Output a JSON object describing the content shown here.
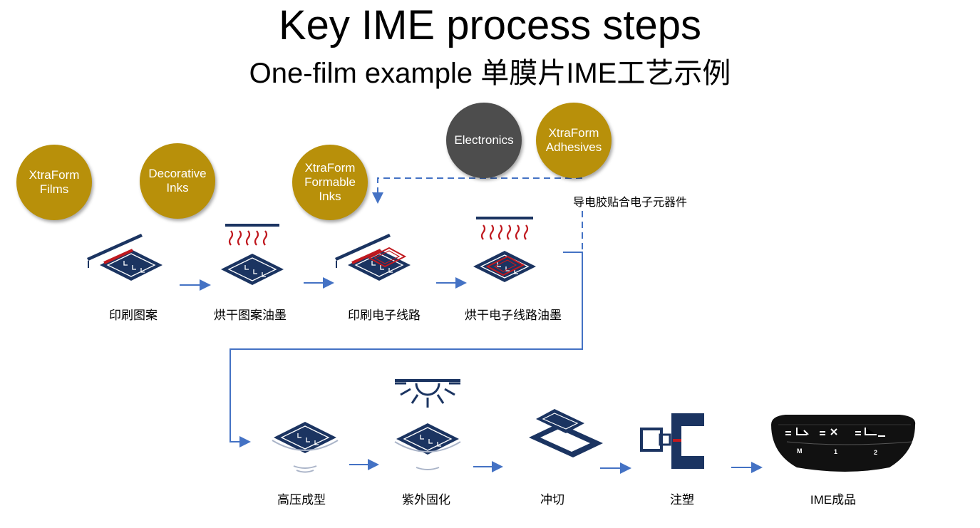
{
  "title": "Key IME process steps",
  "subtitle": "One-film example 单膜片IME工艺示例",
  "materials": {
    "films": "XtraForm\nFilms",
    "decorative_inks": "Decorative\nInks",
    "formable_inks": "XtraForm\nFormable\nInks",
    "electronics": "Electronics",
    "adhesives": "XtraForm\nAdhesives"
  },
  "note": "导电胶贴合电子元器件",
  "steps": {
    "s1": "印刷图案",
    "s2": "烘干图案油墨",
    "s3": "印刷电子线路",
    "s4": "烘干电子线路油墨",
    "s5": "高压成型",
    "s6": "紫外固化",
    "s7": "冲切",
    "s8": "注塑",
    "s9": "IME成品"
  },
  "product_labels": {
    "m": "M",
    "one": "1",
    "two": "2"
  },
  "colors": {
    "gold": "#b8900a",
    "dark_circle": "#4d4d4d",
    "navy": "#1b3461",
    "arrow": "#4472c4",
    "red": "#c0191f"
  }
}
